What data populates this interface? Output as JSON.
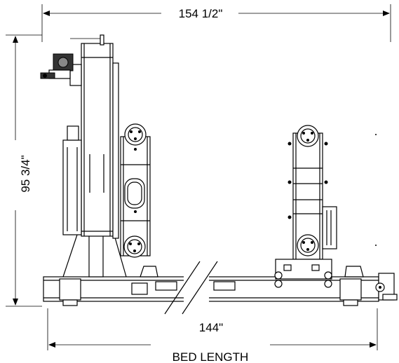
{
  "dimensions": {
    "overall_width": "154 1/2\"",
    "overall_height": "95 3/4\"",
    "bed_length_value": "144\"",
    "bed_length_label": "BED LENGTH"
  }
}
